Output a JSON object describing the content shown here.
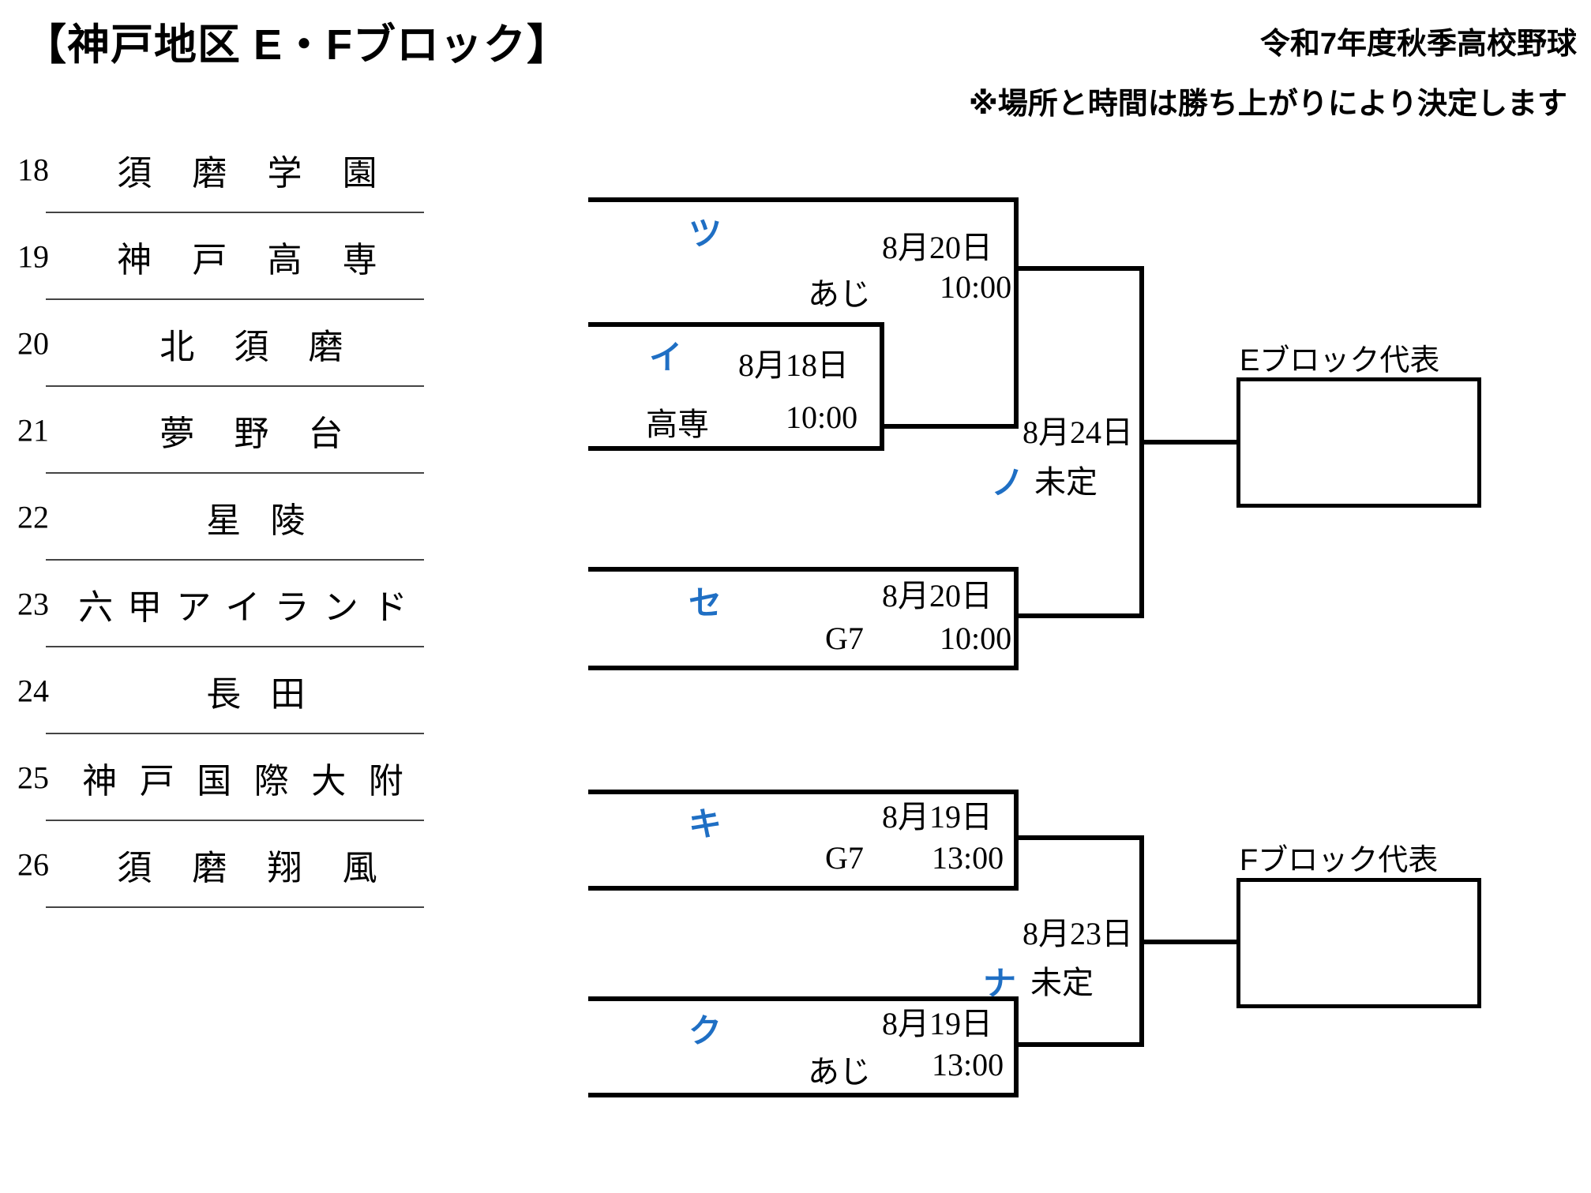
{
  "header": {
    "title": "【神戸地区 E・Fブロック】",
    "season": "令和7年度秋季高校野球",
    "note": "※場所と時間は勝ち上がりにより決定します"
  },
  "teams": [
    {
      "no": "18",
      "name": "須磨学園"
    },
    {
      "no": "19",
      "name": "神戸高専"
    },
    {
      "no": "20",
      "name": "北須磨"
    },
    {
      "no": "21",
      "name": "夢野台"
    },
    {
      "no": "22",
      "name": "星陵"
    },
    {
      "no": "23",
      "name": "六甲アイランド"
    },
    {
      "no": "24",
      "name": "長田"
    },
    {
      "no": "25",
      "name": "神戸国際大附"
    },
    {
      "no": "26",
      "name": "須磨翔風"
    }
  ],
  "matches": {
    "tsu": {
      "code": "ツ",
      "date": "8月20日",
      "venue": "あじ",
      "time": "10:00"
    },
    "i": {
      "code": "イ",
      "date": "8月18日",
      "venue": "高専",
      "time": "10:00"
    },
    "se": {
      "code": "セ",
      "date": "8月20日",
      "venue": "G7",
      "time": "10:00"
    },
    "no": {
      "code": "ノ",
      "date": "8月24日",
      "venue": "未定",
      "time": ""
    },
    "ki": {
      "code": "キ",
      "date": "8月19日",
      "venue": "G7",
      "time": "13:00"
    },
    "ku": {
      "code": "ク",
      "date": "8月19日",
      "venue": "あじ",
      "time": "13:00"
    },
    "na": {
      "code": "ナ",
      "date": "8月23日",
      "venue": "未定",
      "time": ""
    }
  },
  "representatives": {
    "e": "Eブロック代表",
    "f": "Fブロック代表"
  },
  "colors": {
    "code_blue": "#1f6fc4",
    "line_black": "#000000"
  }
}
